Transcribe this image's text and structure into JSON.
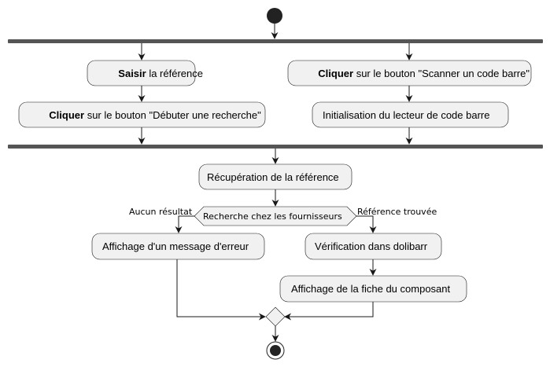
{
  "diagram": {
    "actions": {
      "saisir_bold": "Saisir",
      "saisir_rest": " la référence",
      "cliquer_recherche_bold": "Cliquer",
      "cliquer_recherche_rest": " sur le bouton \"Débuter une recherche\"",
      "cliquer_scanner_bold": "Cliquer",
      "cliquer_scanner_rest": " sur le bouton \"Scanner un code barre\"",
      "initialisation": "Initialisation du lecteur de code barre",
      "recuperation": "Récupération de la référence",
      "affichage_erreur": "Affichage d'un message d'erreur",
      "verification": "Vérification dans dolibarr",
      "affichage_fiche": "Affichage de la fiche du composant"
    },
    "decision": {
      "label": "Recherche chez les fournisseurs",
      "left_branch": "Aucun résultat",
      "right_branch": "Référence trouvée"
    }
  }
}
